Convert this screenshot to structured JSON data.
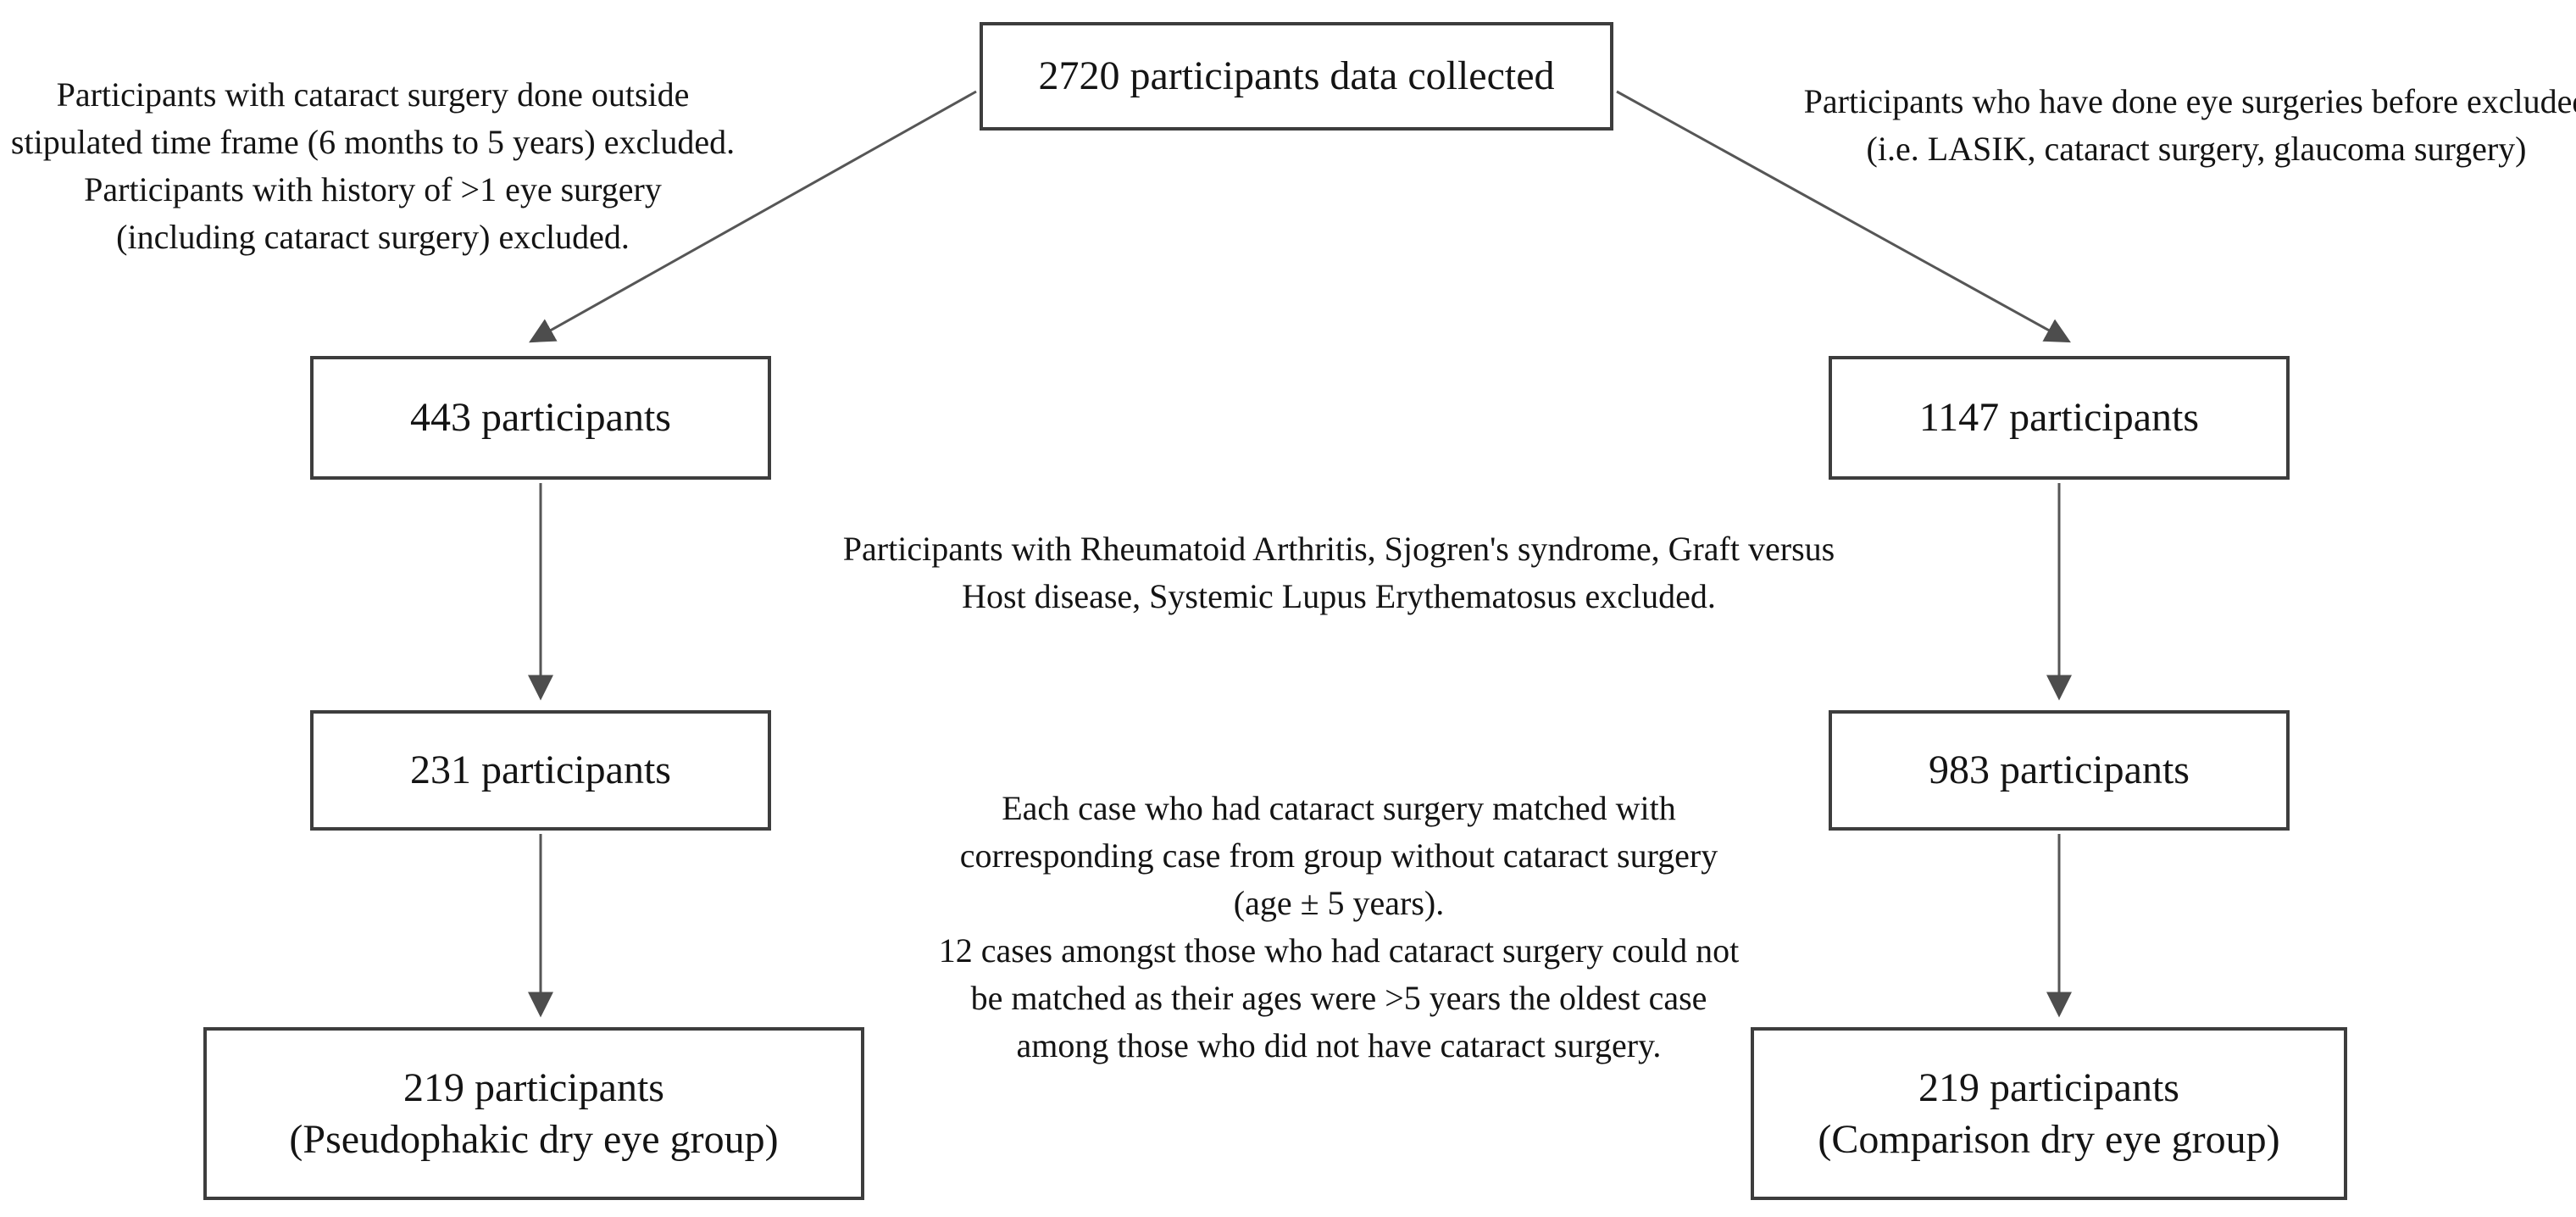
{
  "colors": {
    "background": "#ffffff",
    "box_border": "#3d3d3d",
    "arrow": "#565656",
    "text": "#141414"
  },
  "boxes": {
    "total": {
      "label": "2720 participants data collected"
    },
    "cataract_initial": {
      "label": "443 participants"
    },
    "comparison_initial": {
      "label": "1147 participants"
    },
    "cataract_filtered": {
      "label": "231 participants"
    },
    "comparison_filtered": {
      "label": "983 participants"
    },
    "pseudophakic_group": {
      "line1": "219 participants",
      "line2": "(Pseudophakic dry eye group)"
    },
    "comparison_group": {
      "line1": "219 participants",
      "line2": "(Comparison dry eye group)"
    }
  },
  "annotations": {
    "left_exclusion": {
      "lines": [
        "Participants with cataract surgery done outside",
        "stipulated time frame (6 months to 5 years) excluded.",
        "Participants with history of >1 eye surgery",
        "(including cataract surgery) excluded."
      ]
    },
    "right_exclusion": {
      "lines": [
        "Participants who have done eye surgeries before excluded",
        "(i.e. LASIK, cataract surgery, glaucoma surgery)"
      ]
    },
    "autoimmune_exclusion": {
      "lines": [
        "Participants with Rheumatoid Arthritis, Sjogren's syndrome, Graft versus",
        "Host disease, Systemic Lupus Erythematosus excluded."
      ]
    },
    "matching_note": {
      "lines": [
        "Each case who had cataract surgery matched with",
        "corresponding case from group without cataract surgery",
        "(age ± 5 years).",
        "12 cases amongst those who had cataract surgery could not",
        "be matched as their ages were >5 years the oldest case",
        "among those who did not have cataract surgery."
      ]
    }
  }
}
